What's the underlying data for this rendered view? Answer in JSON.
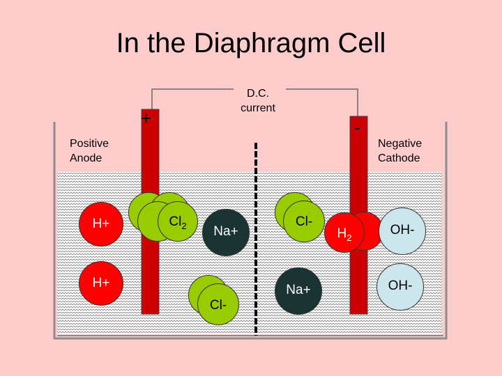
{
  "title": "In the Diaphragm Cell",
  "power": {
    "label_line1": "D.C.",
    "label_line2": "current"
  },
  "anode": {
    "sign": "+",
    "label_line1": "Positive",
    "label_line2": "Anode"
  },
  "cathode": {
    "sign": "-",
    "label_line1": "Negative",
    "label_line2": "Cathode"
  },
  "ions": {
    "h_plus_1": "H+",
    "h_plus_2": "H+",
    "cl2": "Cl",
    "cl2_sub": "2",
    "na_plus_1": "Na+",
    "cl_minus_1": "Cl-",
    "cl_minus_2": "Cl-",
    "na_plus_2": "Na+",
    "h2": "H",
    "h2_sub": "2",
    "oh_minus_1": "OH-",
    "oh_minus_2": "OH-"
  },
  "colors": {
    "background": "#ffcccc",
    "electrode": "#cc0000",
    "hydrogen_ion": "#ff0000",
    "chlorine": "#99cc00",
    "sodium_ion": "#1a3333",
    "hydroxide_ion": "#cce6ee",
    "solution_pattern": "#999999"
  }
}
